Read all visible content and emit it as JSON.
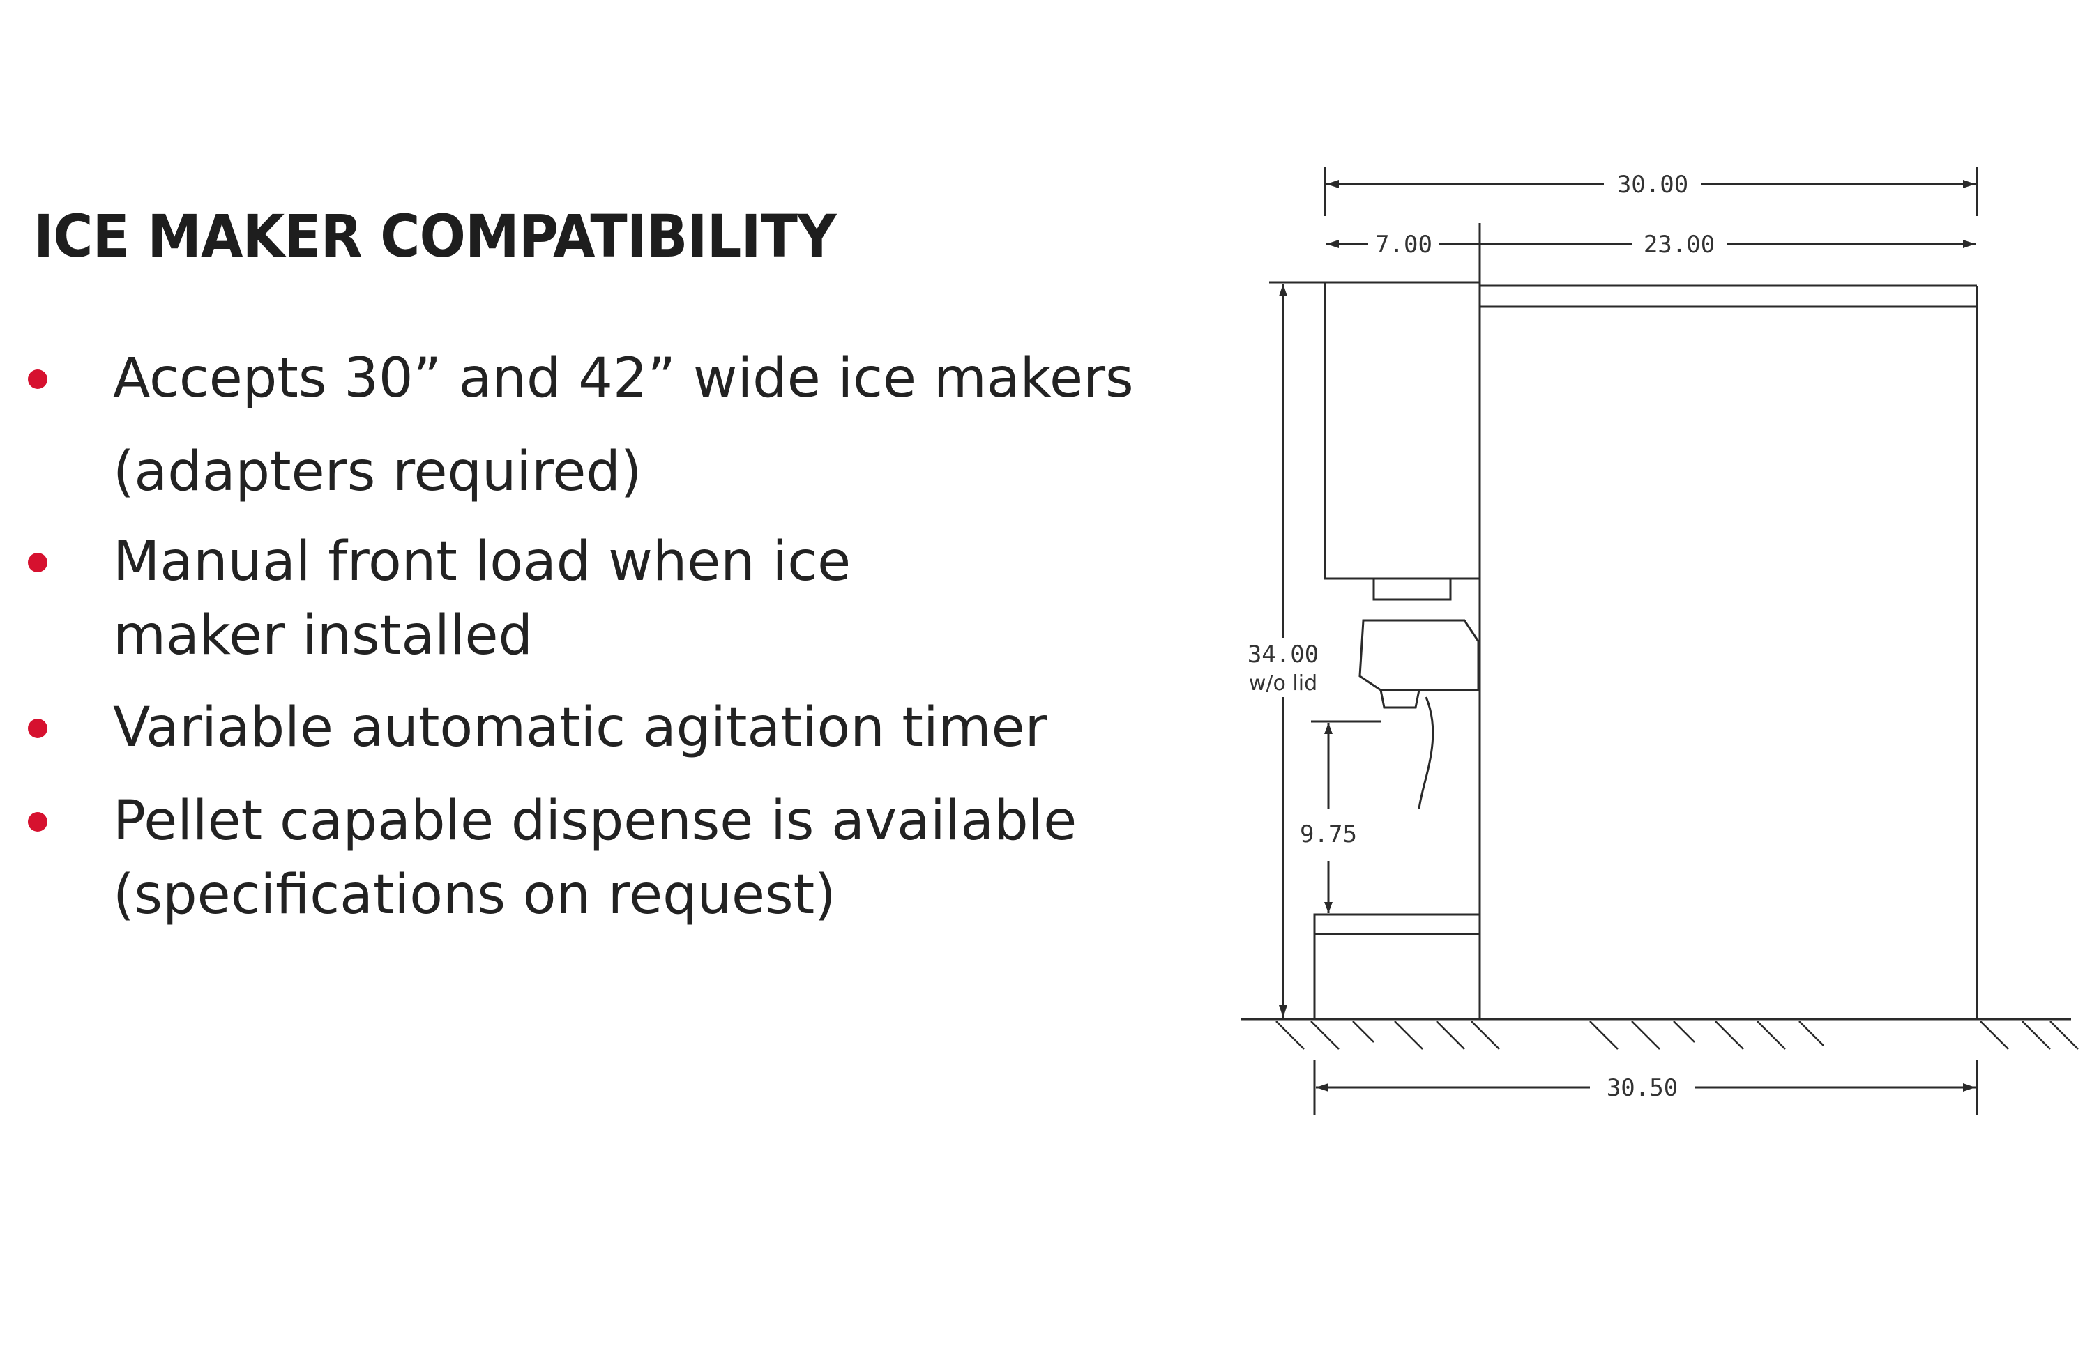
{
  "heading": "ICE MAKER COMPATIBILITY",
  "accent_color": "#d6112f",
  "bullets": [
    {
      "lines": [
        "Accepts 30” and 42” wide  ice makers",
        "(adapters required)"
      ]
    },
    {
      "lines": [
        "Manual front load when ice",
        "maker installed"
      ]
    },
    {
      "lines": [
        "Variable automatic agitation timer"
      ]
    },
    {
      "lines": [
        "Pellet capable dispense is available",
        "(specifications on request)"
      ]
    }
  ],
  "diagram": {
    "dimensions": {
      "overall_width": "30.00",
      "front_width": "7.00",
      "rear_width": "23.00",
      "height": "34.00",
      "height_note": "w/o lid",
      "dispense_height": "9.75",
      "base_width": "30.50"
    }
  }
}
